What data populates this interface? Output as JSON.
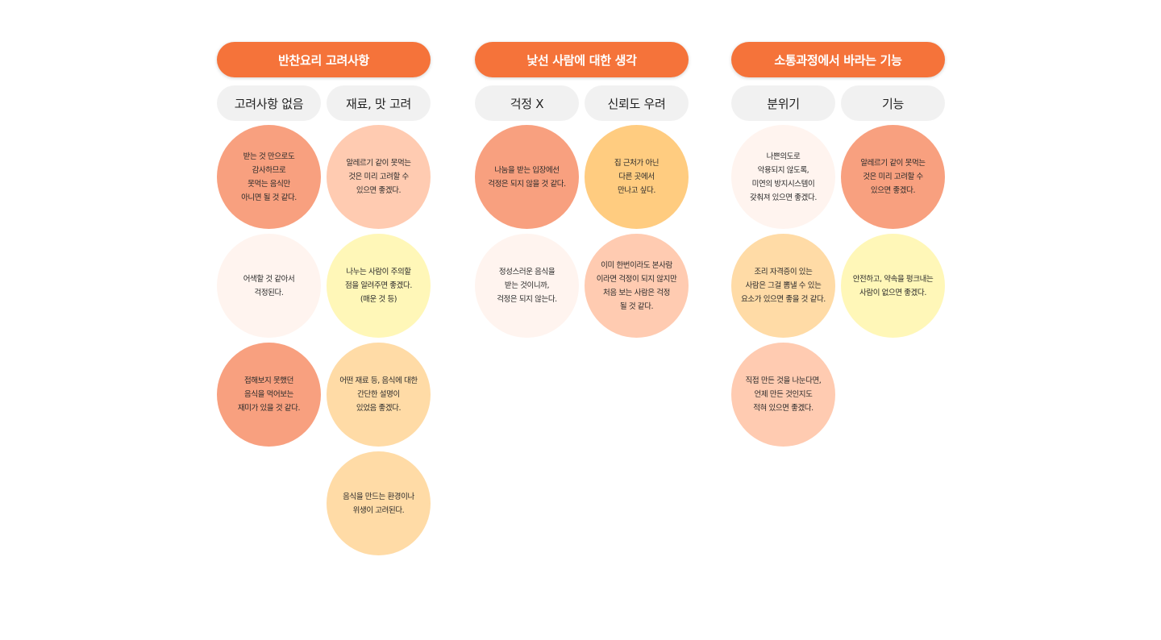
{
  "colors": {
    "header": "#f5733a",
    "label_bg": "#f1f1f1",
    "salmon": "#f8a07f",
    "peach": "#ffcbb1",
    "cream": "#fff4ef",
    "yellow": "#fff7b8",
    "apricot": "#ffdba6",
    "orange_light": "#ffcc80"
  },
  "groups": [
    {
      "title": "반찬요리 고려사항",
      "columns": [
        {
          "label": "고려사항 없음",
          "notes": [
            {
              "text": "받는 것 만으로도\n감사하므로\n못먹는 음식만\n아니면 될 것 같다.",
              "color": "#f8a07f"
            },
            {
              "text": "어색할 것 같아서\n걱정된다.",
              "color": "#fff4ef"
            },
            {
              "text": "접해보지 못했던\n음식을 먹어보는\n재미가 있을 것 같다.",
              "color": "#f8a07f"
            }
          ]
        },
        {
          "label": "재료, 맛 고려",
          "notes": [
            {
              "text": "알레르기 같이 못먹는\n것은 미리 고려할 수\n있으면 좋겠다.",
              "color": "#ffcbb1"
            },
            {
              "text": "나누는 사람이 주의할\n점을 알려주면 좋겠다.\n(매운 것 등)",
              "color": "#fff7b8"
            },
            {
              "text": "어떤 재료 등, 음식에 대한\n간단한 설명이\n있었음 좋겠다.",
              "color": "#ffdba6"
            },
            {
              "text": "음식을 만드는 환경이나\n위생이 고려된다.",
              "color": "#ffdba6"
            }
          ]
        }
      ]
    },
    {
      "title": "낯선 사람에 대한 생각",
      "columns": [
        {
          "label": "걱정 X",
          "notes": [
            {
              "text": "나눔을 받는 입장에선\n걱정은 되지 않을 것 같다.",
              "color": "#f8a07f"
            },
            {
              "text": "정성스러운 음식을\n받는 것이니까,\n걱정은 되지 않는다.",
              "color": "#fff4ef"
            }
          ]
        },
        {
          "label": "신뢰도 우려",
          "notes": [
            {
              "text": "집 근처가 아닌\n다른 곳에서\n만나고 싶다.",
              "color": "#ffcc80"
            },
            {
              "text": "이미 한번이라도 본사람\n이라면 걱정이 되지 않지만\n처음 보는 사람은 걱정\n될 것 같다.",
              "color": "#ffcbb1"
            }
          ]
        }
      ]
    },
    {
      "title": "소통과정에서 바라는 기능",
      "columns": [
        {
          "label": "분위기",
          "notes": [
            {
              "text": "나쁜의도로\n악용되지 않도록,\n미연의 방지시스템이\n갖춰져 있으면 좋겠다.",
              "color": "#fff4ef"
            },
            {
              "text": "조리 자격증이 있는\n사람은 그걸 뽐낼 수 있는\n요소가 있으면 좋을 것 같다.",
              "color": "#ffdba6"
            },
            {
              "text": "직접 만든 것을 나눈다면,\n언제 만든 것인지도\n적혀 있으면 좋겠다.",
              "color": "#ffcbb1"
            }
          ]
        },
        {
          "label": "기능",
          "notes": [
            {
              "text": "알레르기 같이 못먹는\n것은 미리 고려할 수\n있으면 좋겠다.",
              "color": "#f8a07f"
            },
            {
              "text": "안전하고, 약속을 펑크내는\n사람이 없으면 좋겠다.",
              "color": "#fff7b8"
            }
          ]
        }
      ]
    }
  ]
}
